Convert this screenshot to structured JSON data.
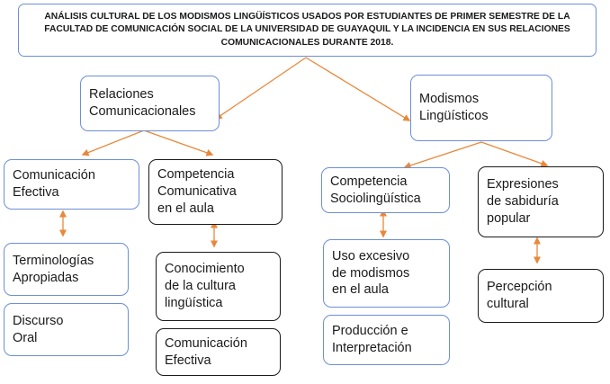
{
  "diagram": {
    "title": "ANÁLISIS CULTURAL DE LOS MODISMOS LINGÜÍSTICOS USADOS POR ESTUDIANTES DE PRIMER SEMESTRE DE LA FACULTAD DE COMUNICACIÓN SOCIAL DE LA UNIVERSIDAD DE GUAYAQUIL Y LA INCIDENCIA EN SUS RELACIONES COMUNICACIONALES DURANTE 2018.",
    "relaciones": "Relaciones\nComunicacionales",
    "modismos": "Modismos\nLingüísticos",
    "comunicacion_efectiva_1": "Comunicación\nEfectiva",
    "competencia_comunicativa": "Competencia\nComunicativa\nen el aula",
    "competencia_sociolinguistica": "Competencia\nSociolingüística",
    "expresiones": "Expresiones\nde sabiduría\npopular",
    "terminologias": "Terminologías\nApropiadas",
    "discurso": "Discurso\nOral",
    "conocimiento": "Conocimiento\nde la cultura\nlingüística",
    "comunicacion_efectiva_2": "Comunicación\nEfectiva",
    "uso_excesivo": "Uso excesivo\nde modismos\nen el aula",
    "produccion": "Producción e\nInterpretación",
    "percepcion": "Percepción\ncultural"
  },
  "colors": {
    "arrow": "#e8883a",
    "blue_border": "#6d8fd6",
    "black_border": "#1a1a1a"
  }
}
